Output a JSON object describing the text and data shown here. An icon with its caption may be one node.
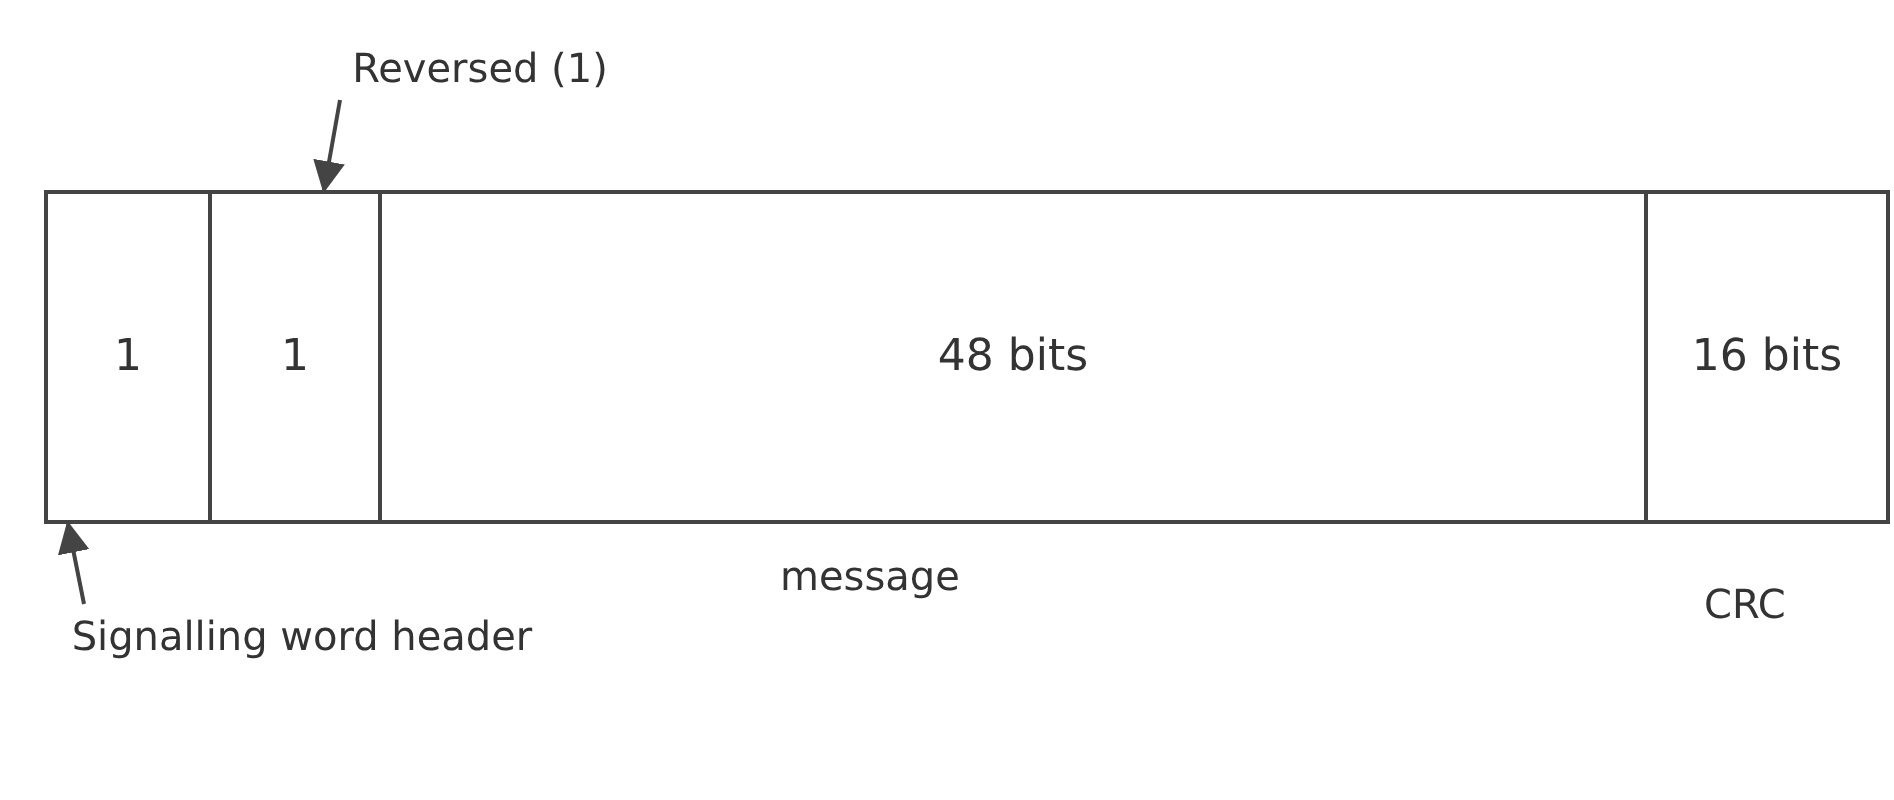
{
  "diagram": {
    "nodes": [
      {
        "text": [
          "1"
        ]
      },
      {
        "text": [
          "1"
        ]
      },
      {
        "text": [
          "48 bits"
        ],
        "beside": [
          "message"
        ]
      },
      {
        "text": [
          "16 bits"
        ],
        "beside": [
          "CRC"
        ]
      },
      {
        "text": [
          "Reversed (1)"
        ]
      },
      {
        "text": [
          "Signalling word header"
        ]
      }
    ],
    "edges": [
      {
        "from": 4,
        "to": 1,
        "arrow": "to"
      },
      {
        "from": 5,
        "to": 0,
        "arrow": "to"
      }
    ]
  }
}
